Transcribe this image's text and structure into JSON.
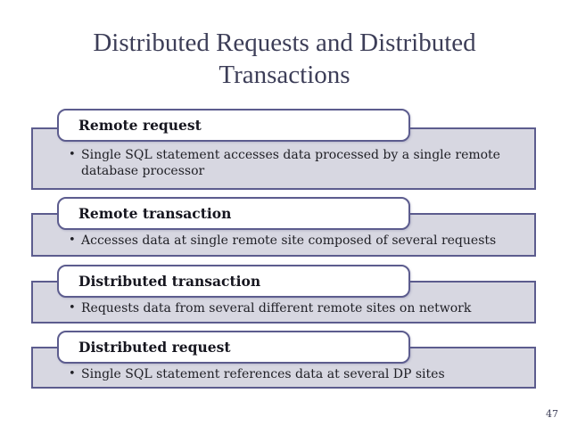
{
  "title": {
    "line1": "Distributed Requests and Distributed",
    "line2": "Transactions",
    "full": "Distributed Requests and Distributed Transactions"
  },
  "sections": [
    {
      "heading": "Remote request",
      "bullet": "Single SQL statement accesses data processed by a single remote database processor"
    },
    {
      "heading": "Remote transaction",
      "bullet": "Accesses data at single remote site composed of several requests"
    },
    {
      "heading": "Distributed transaction",
      "bullet": "Requests data from several different remote sites on network"
    },
    {
      "heading": "Distributed request",
      "bullet": "Single SQL statement references data at several DP sites"
    }
  ],
  "bullet_glyph": "•",
  "page_number": "47",
  "colors": {
    "accent_border": "#5c5c8e",
    "body_fill": "#d7d7e1",
    "tab_fill": "#ffffff",
    "title_text": "#3d3e58",
    "body_text": "#202026",
    "background": "#ffffff"
  }
}
